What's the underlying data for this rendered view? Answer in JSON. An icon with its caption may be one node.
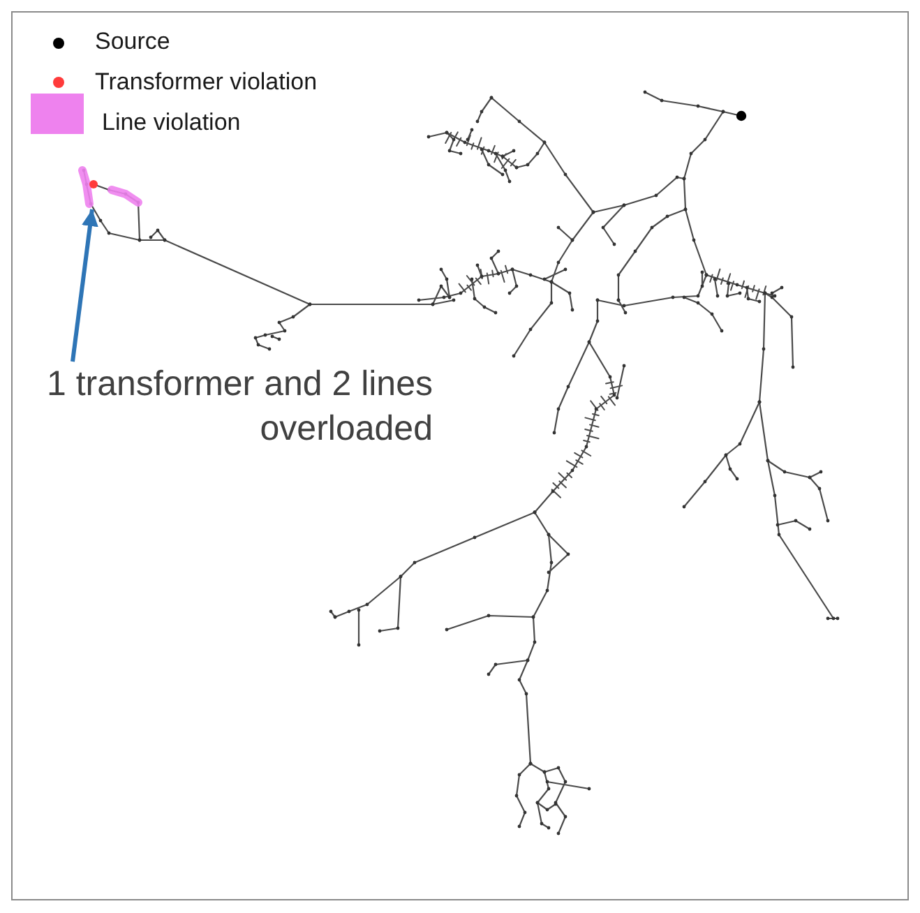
{
  "diagram": {
    "nodes": [
      {
        "text": [
          "1 transformer and 2 lines overloaded"
        ]
      },
      {
        "text": [],
        "shape": "picture"
      }
    ],
    "edges": [
      {
        "from": 0,
        "to": 1,
        "arrow": "to",
        "color": "#2e75b6"
      }
    ],
    "legend": [
      {
        "text": "Source",
        "color": "#000000"
      },
      {
        "text": "Transformer violation",
        "color": "#ff3b3b"
      },
      {
        "text": "Line violation",
        "color": "#ee82ee"
      }
    ]
  }
}
